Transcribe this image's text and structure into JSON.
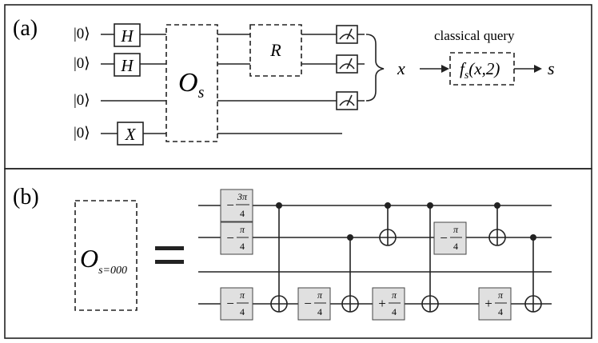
{
  "panel_a": {
    "label": "(a)",
    "ket_label": "|0⟩",
    "gate_h": "H",
    "gate_x": "X",
    "oracle_main": "O",
    "oracle_sub": "s",
    "gate_r": "R",
    "output_x": "x",
    "classical_label": "classical query",
    "query_f": "f",
    "query_sub": "s",
    "query_args": "(x,2)",
    "output_s": "s"
  },
  "panel_b": {
    "label": "(b)",
    "oracle_main": "O",
    "oracle_sub": "s=000",
    "equals": "=",
    "neg_3pi4_sign": "−",
    "neg_3pi4_num": "3π",
    "neg_3pi4_den": "4",
    "neg_pi4_sign": "−",
    "pos_pi4_sign": "+",
    "pi_num": "π",
    "pi_den": "4"
  }
}
